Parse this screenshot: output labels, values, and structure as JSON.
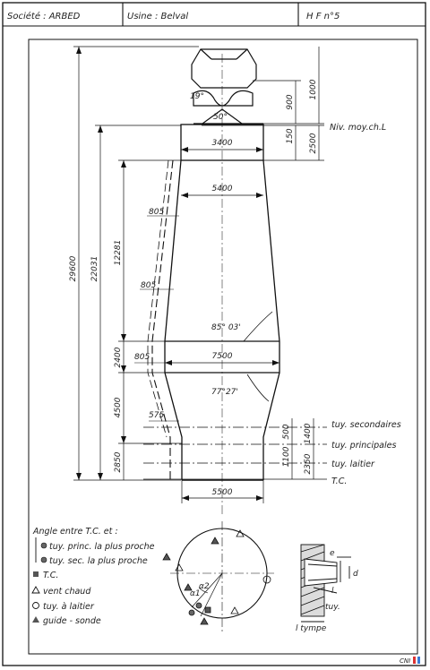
{
  "header": {
    "societe": "Société : ARBED",
    "usine": "Usine : Belval",
    "hf": "H F n°5"
  },
  "diagram": {
    "dims_vertical": {
      "total": "29600",
      "tc_to_niv": "22031",
      "shaft": "12281",
      "belly": "2400",
      "bosh": "4500",
      "hearth": "2850",
      "top_900": "900",
      "top_1000": "1000",
      "niv_150": "150",
      "niv_2500": "2500",
      "tuy_500": "500",
      "tuy_1400": "1400",
      "tuy_1100": "1100",
      "tuy_2350": "2350"
    },
    "dims_horizontal": {
      "throat": "3400",
      "shaft_top": "5400",
      "belly": "7500",
      "hearth": "5500",
      "wall_1": "805",
      "wall_2": "805",
      "wall_3": "805",
      "wall_4": "575"
    },
    "angles": {
      "top_1": "19°",
      "top_2": "50°",
      "shaft": "85° 03'",
      "bosh": "77°27'"
    },
    "levels": {
      "niv": "Niv. moy.ch.L",
      "tuy_sec": "tuy. secondaires",
      "tuy_princ": "tuy. principales",
      "tuy_laitier": "tuy. laitier",
      "tc": "T.C."
    }
  },
  "legend": {
    "title": "Angle entre T.C. et :",
    "items": [
      "tuy. princ. la plus proche",
      "tuy. sec. la plus proche",
      "T.C.",
      "vent chaud",
      "tuy. à laitier",
      "guide - sonde"
    ]
  },
  "plan": {
    "alpha1": "α1",
    "alpha2": "α2"
  },
  "tuyere_detail": {
    "e": "e",
    "d": "d",
    "l": "l",
    "tuy": "tuy.",
    "tympe": "l tympe"
  },
  "footer": {
    "logo": "CNI"
  }
}
